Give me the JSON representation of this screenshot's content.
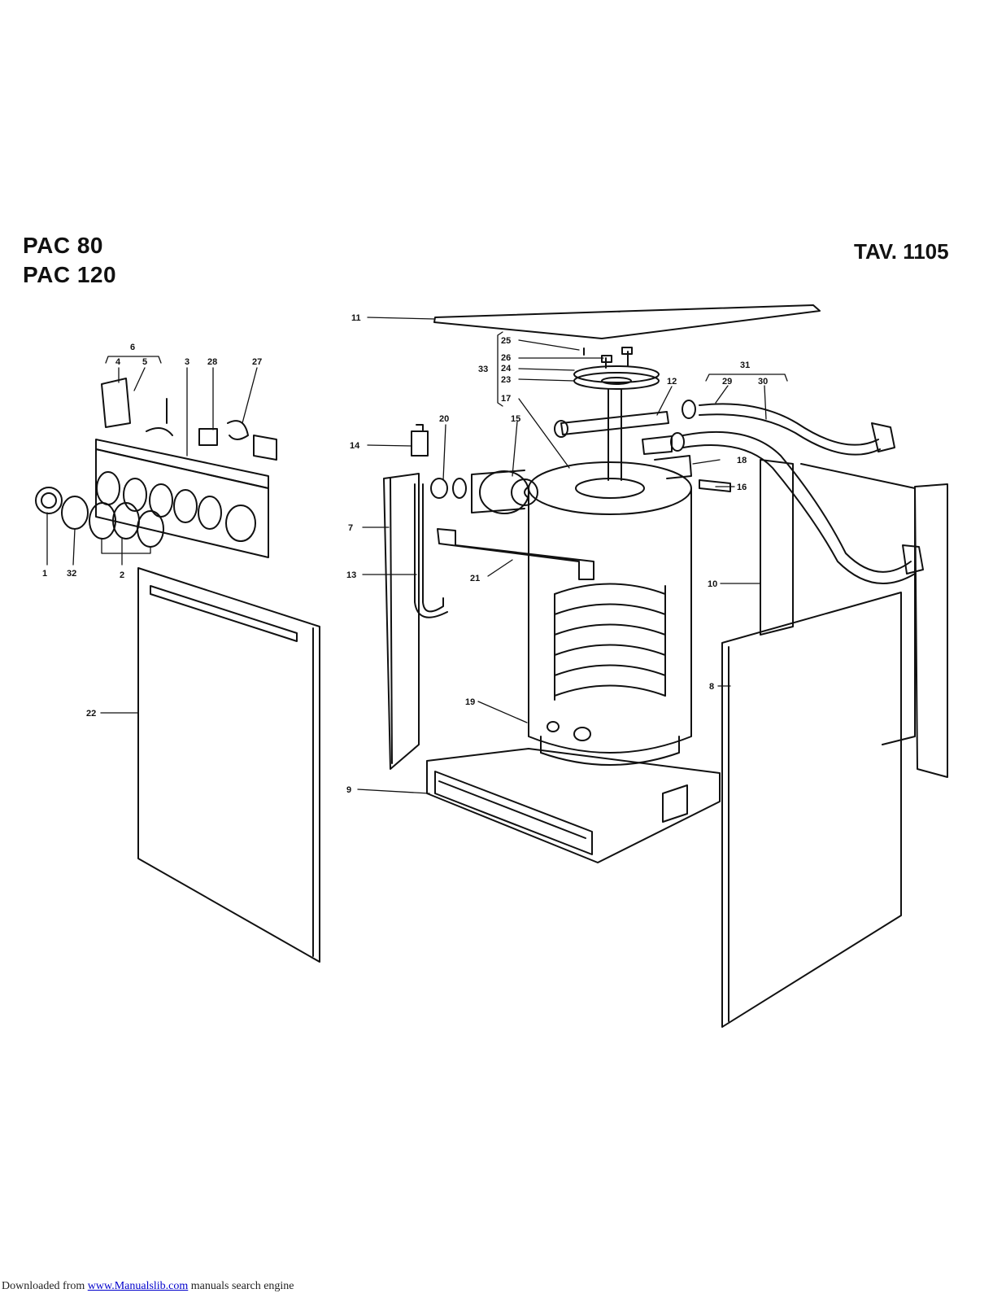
{
  "header": {
    "model_line1": "PAC 80",
    "model_line2": "PAC 120",
    "table_ref": "TAV. 1105"
  },
  "labels": {
    "l1": "1",
    "l2": "2",
    "l3": "3",
    "l4": "4",
    "l5": "5",
    "l6": "6",
    "l7": "7",
    "l8": "8",
    "l9": "9",
    "l10": "10",
    "l11": "11",
    "l12": "12",
    "l13": "13",
    "l14": "14",
    "l15": "15",
    "l16": "16",
    "l17": "17",
    "l18": "18",
    "l19": "19",
    "l20": "20",
    "l21": "21",
    "l22": "22",
    "l23": "23",
    "l24": "24",
    "l25": "25",
    "l26": "26",
    "l27": "27",
    "l28": "28",
    "l29": "29",
    "l30": "30",
    "l31": "31",
    "l32": "32",
    "l33": "33"
  },
  "footer": {
    "prefix": "Downloaded from ",
    "link_text": "www.Manualslib.com",
    "suffix": " manuals search engine"
  }
}
